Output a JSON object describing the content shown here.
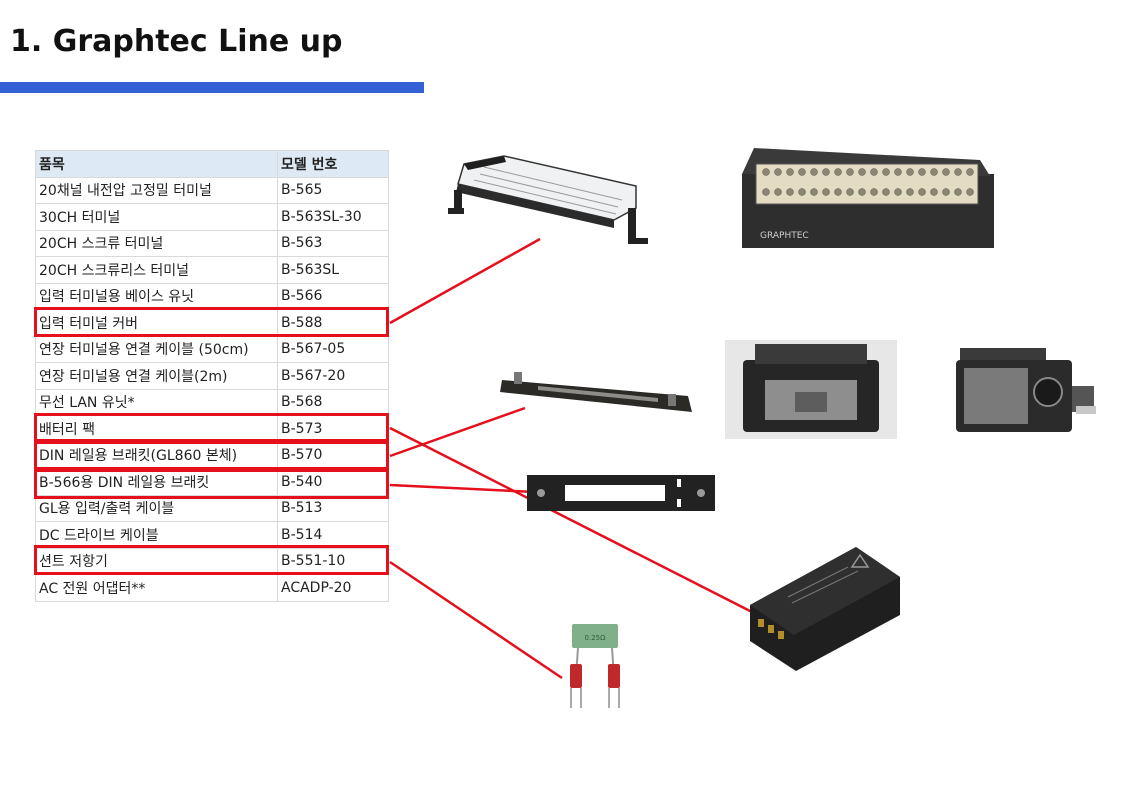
{
  "page": {
    "title": "1. Graphtec Line up"
  },
  "table": {
    "headers": [
      "품목",
      "모델 번호"
    ],
    "rows": [
      [
        "20채널 내전압 고정밀 터미널",
        "B-565"
      ],
      [
        "30CH  터미널",
        "B-563SL-30"
      ],
      [
        "20CH 스크류 터미널",
        "B-563"
      ],
      [
        "20CH 스크류리스 터미널",
        "B-563SL"
      ],
      [
        "입력 터미널용 베이스 유닛",
        "B-566"
      ],
      [
        "입력 터미널 커버",
        "B-588"
      ],
      [
        "연장 터미널용 연결 케이블 (50cm)",
        "B-567-05"
      ],
      [
        "연장 터미널용 연결 케이블(2m)",
        "B-567-20"
      ],
      [
        "무선 LAN 유닛*",
        "B-568"
      ],
      [
        "배터리 팩",
        "B-573"
      ],
      [
        "DIN 레일용 브래킷(GL860 본체)",
        "B-570"
      ],
      [
        "B-566용 DIN 레일용 브래킷",
        "B-540"
      ],
      [
        "GL용 입력/출력 케이블",
        "B-513"
      ],
      [
        "DC 드라이브 케이블",
        "B-514"
      ],
      [
        "션트 저항기",
        "B-551-10"
      ],
      [
        "AC 전원 어댑터**",
        "ACADP-20"
      ]
    ]
  },
  "highlighted_models": [
    "B-588",
    "B-573",
    "B-570",
    "B-540",
    "B-551-10"
  ],
  "colors": {
    "accent_bar": "#3461d6",
    "highlight": "#e5101b",
    "table_header": "#dde9f5"
  },
  "photos": {
    "terminal_brand": "GRAPHTEC",
    "resistor_marking": "0.25Ω"
  }
}
